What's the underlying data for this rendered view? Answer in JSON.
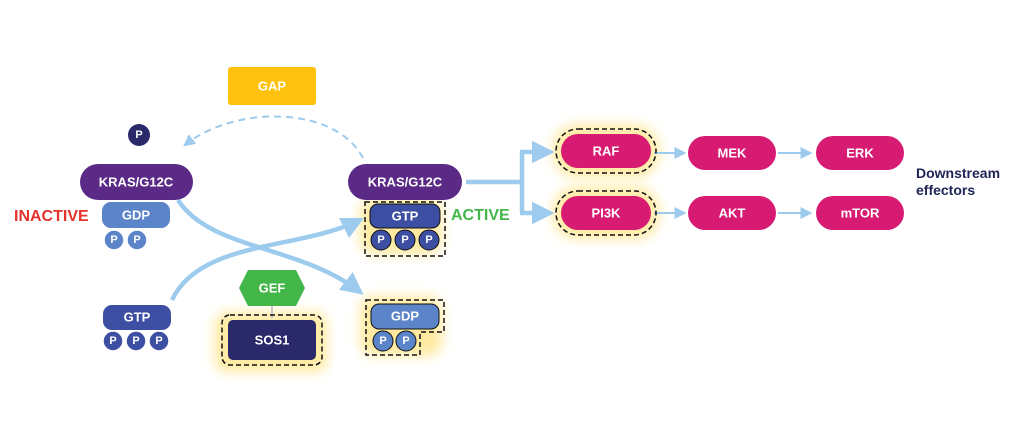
{
  "labels": {
    "gap": "GAP",
    "p_free": "P",
    "kras_left": "KRAS/G12C",
    "kras_right": "KRAS/G12C",
    "inactive": "INACTIVE",
    "active": "ACTIVE",
    "gdp_left": "GDP",
    "gtp_bound": "GTP",
    "gtp_free": "GTP",
    "gef": "GEF",
    "sos1": "SOS1",
    "gdp_released": "GDP",
    "raf": "RAF",
    "mek": "MEK",
    "erk": "ERK",
    "pi3k": "PI3K",
    "akt": "AKT",
    "mtor": "mTOR",
    "downstream_1": "Downstream",
    "downstream_2": "effectors",
    "phosphate": "P"
  },
  "colors": {
    "purple": "#5b2a86",
    "navy": "#2a2a6b",
    "gtp_blue": "#3d4fa3",
    "gdp_blue": "#5b85c8",
    "magenta": "#d81b72",
    "gef_green": "#43b649",
    "gap_yellow": "#fdc10e",
    "inactive_red": "#e5322d",
    "active_green": "#43b649",
    "arrow_blue": "#9ccbee",
    "glow": "#ffe896"
  }
}
